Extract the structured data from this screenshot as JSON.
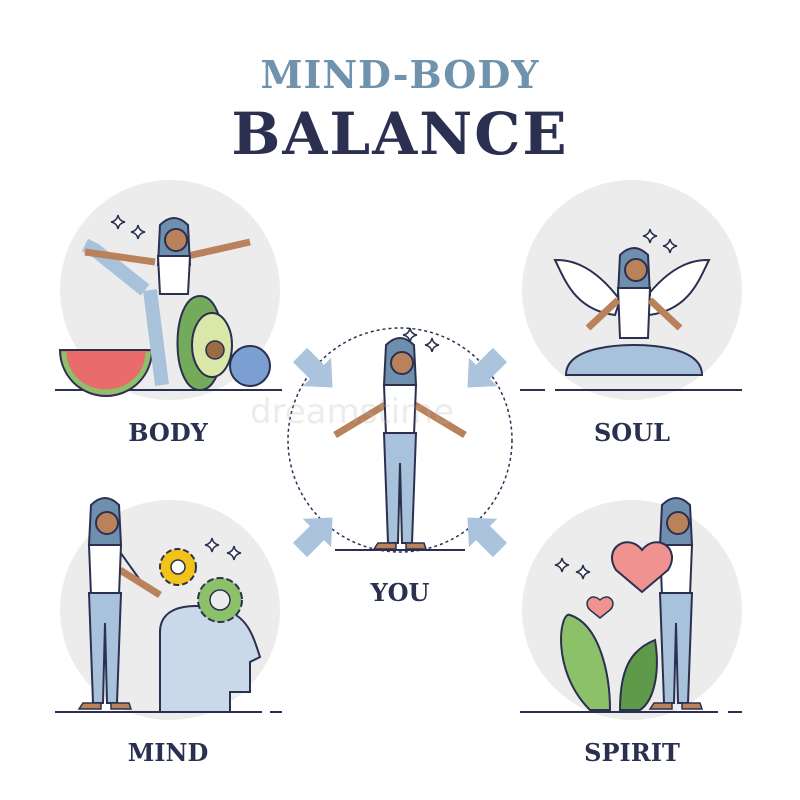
{
  "title": {
    "line1": "MIND-BODY",
    "line2": "BALANCE"
  },
  "sections": {
    "body": "BODY",
    "soul": "SOUL",
    "you": "YOU",
    "mind": "MIND",
    "spirit": "SPIRIT"
  },
  "watermark": "dreamstime",
  "colors": {
    "title_light": "#6f93ad",
    "title_dark": "#2b3050",
    "circle": "#ececec",
    "arrow": "#a9c4dc",
    "skin": "#b9825a",
    "hair": "#6f8fae",
    "pants": "#a9c2dc"
  }
}
